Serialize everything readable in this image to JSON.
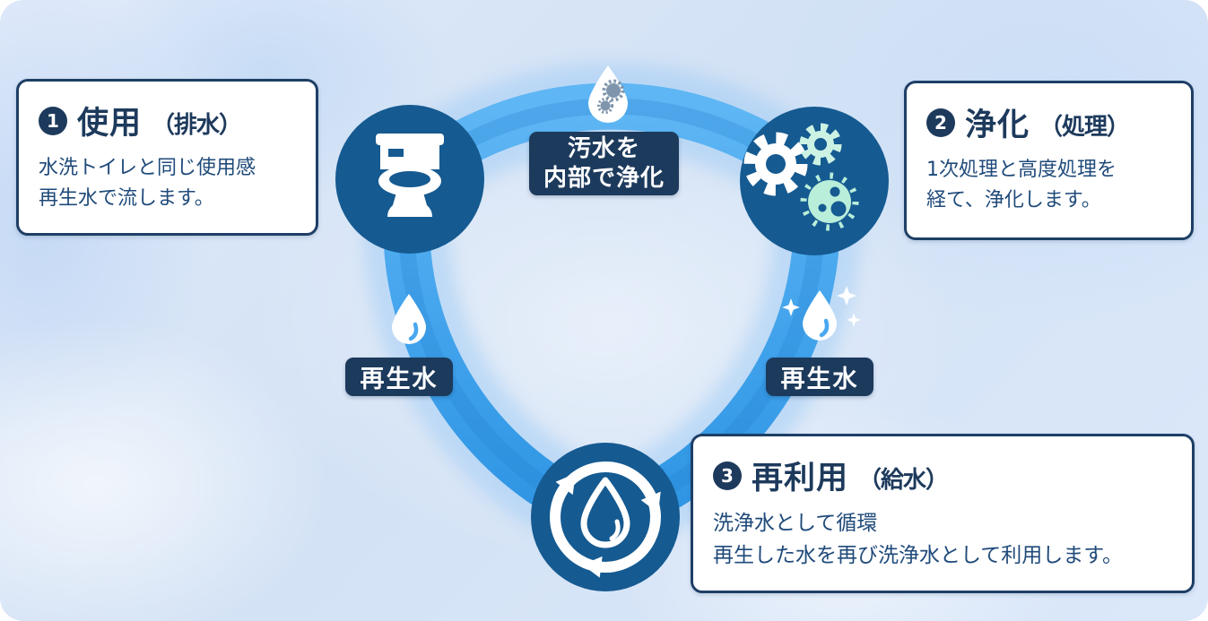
{
  "colors": {
    "ring_blue": "#45a5ee",
    "node_blue": "#155a91",
    "badge_navy": "#1c3a5c",
    "text_navy": "#1d3a5c",
    "body_text": "#1f4a7a",
    "mint_green": "#b9eeda",
    "germ_gray": "#7e95ac",
    "background_blue": "#d7e4f6"
  },
  "cycle": {
    "center_note": {
      "line1": "汚水を",
      "line2": "内部で浄化"
    },
    "reclaimed_labels": [
      {
        "text": "再生水"
      },
      {
        "text": "再生水"
      }
    ],
    "node_icons": [
      "toilet-icon",
      "gears-germ-icon",
      "recycle-water-icon"
    ],
    "drop_icons": [
      "wastewater-drop-icon",
      "reclaimed-water-drop-icon",
      "sparkling-water-drop-icon"
    ]
  },
  "cards": [
    {
      "number": "1",
      "title": "使用",
      "note": "（排水）",
      "body_lines": [
        "水洗トイレと同じ使用感",
        "再生水で流します。"
      ]
    },
    {
      "number": "2",
      "title": "浄化",
      "note": "（処理）",
      "body_lines": [
        "1次処理と高度処理を",
        "経て、浄化します。"
      ]
    },
    {
      "number": "3",
      "title": "再利用",
      "note": "（給水）",
      "body_lines": [
        "洗浄水として循環",
        "再生した水を再び洗浄水として利用します。"
      ]
    }
  ]
}
